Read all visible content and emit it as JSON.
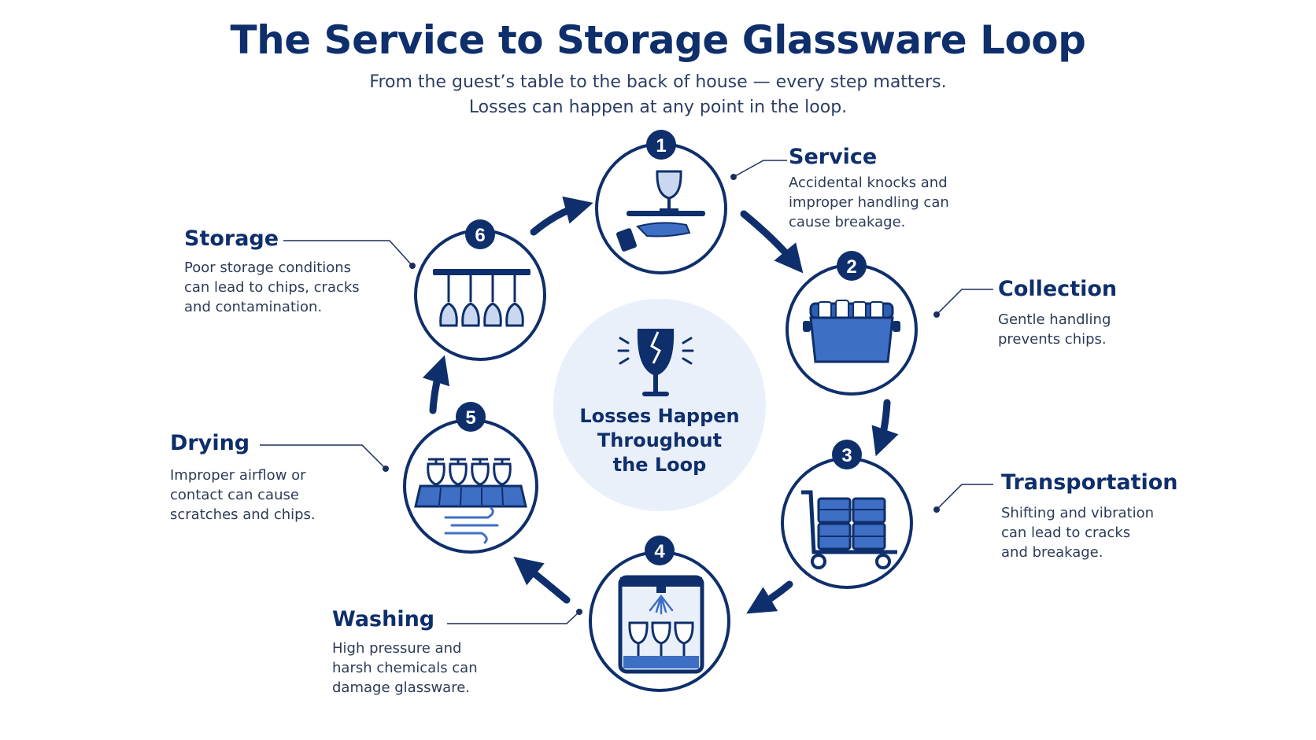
{
  "title": "The Service to Storage Glassware Loop",
  "subtitle": {
    "line1": "From the guest’s table to the back of house — every step matters.",
    "line2": "Losses can happen at any point in the loop."
  },
  "center": {
    "text": "Losses Happen\nThroughout\nthe Loop",
    "icon": "broken-glass-icon"
  },
  "steps": [
    {
      "number": "1",
      "label": "Service",
      "description": "Accidental knocks and\nimproper handling can\ncause breakage.",
      "icon": "tray-hand-glass-icon"
    },
    {
      "number": "2",
      "label": "Collection",
      "description": "Gentle handling\nprevents chips.",
      "icon": "bus-tub-icon"
    },
    {
      "number": "3",
      "label": "Transportation",
      "description": "Shifting and vibration\ncan lead to cracks\nand breakage.",
      "icon": "rack-cart-icon"
    },
    {
      "number": "4",
      "label": "Washing",
      "description": "High pressure and\nharsh chemicals can\ndamage glassware.",
      "icon": "dishwasher-icon"
    },
    {
      "number": "5",
      "label": "Drying",
      "description": "Improper airflow or\ncontact can cause\nscratches and chips.",
      "icon": "drying-rack-icon"
    },
    {
      "number": "6",
      "label": "Storage",
      "description": "Poor storage conditions\ncan lead to chips, cracks\nand contamination.",
      "icon": "hanging-glass-rack-icon"
    }
  ],
  "colors": {
    "navy": "#0e2f6b",
    "accent": "#3f6fc4",
    "light": "#e9f0fa"
  }
}
